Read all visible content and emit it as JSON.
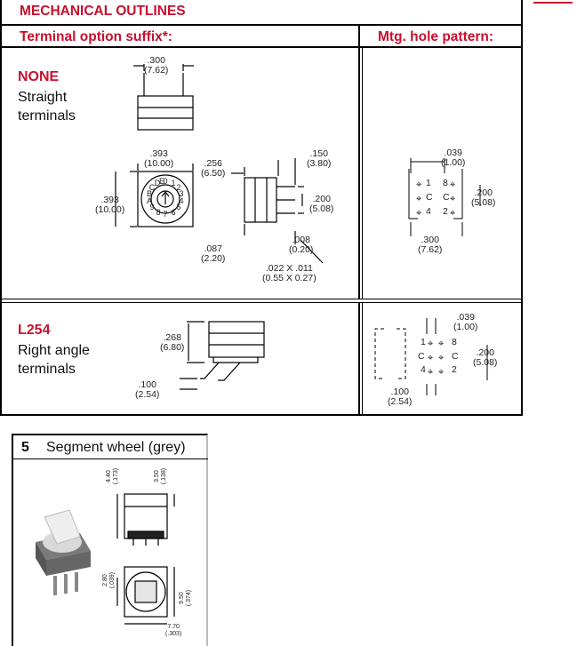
{
  "header": {
    "title": "MECHANICAL OUTLINES",
    "col_terminal": "Terminal option suffix*:",
    "col_mtg": "Mtg. hole pattern:"
  },
  "options": [
    {
      "suffix": "NONE",
      "description": "Straight\nterminals",
      "dims": {
        "pitch_top": ".300\n(7.62)",
        "body_w": ".393\n(10.00)",
        "body_h": ".393\n(10.00)",
        "height": ".256\n(6.50)",
        "term_len": ".150\n(3.80)",
        "term_space": ".200\n(5.08)",
        "standoff": ".087\n(2.20)",
        "term_thk": ".008\n(0.20)",
        "term_size": ".022  X  .011\n(0.55  X  0.27)",
        "dial_digits": "0123456789ABCDEF"
      },
      "mtg": {
        "hole_dia": ".039\n(1.00)",
        "row_space": ".200\n(5.08)",
        "col_space": ".300\n(7.62)",
        "pins_left": [
          "1",
          "C",
          "4"
        ],
        "pins_right": [
          "8",
          "C",
          "2"
        ]
      }
    },
    {
      "suffix": "L254",
      "description": "Right angle\nterminals",
      "dims": {
        "height": ".268\n(6.80)",
        "offset": ".100\n(2.54)"
      },
      "mtg": {
        "hole_dia": ".039\n(1.00)",
        "row_space": ".200\n(5.08)",
        "col_space": ".100\n(2.54)",
        "pins_left": [
          "1",
          "C",
          "4"
        ],
        "pins_right": [
          "8",
          "C",
          "2"
        ]
      }
    }
  ],
  "segment_wheel": {
    "number": "5",
    "title": "Segment wheel (grey)",
    "dims": {
      "d1": "4.40\n(.173)",
      "d2": "3.50\n(.138)",
      "d3": "2.80\n(.039)",
      "d4": "9.50\n(.374)",
      "d5": "7.70\n(.303)"
    }
  },
  "colors": {
    "accent": "#c8102e",
    "border": "#000000"
  }
}
